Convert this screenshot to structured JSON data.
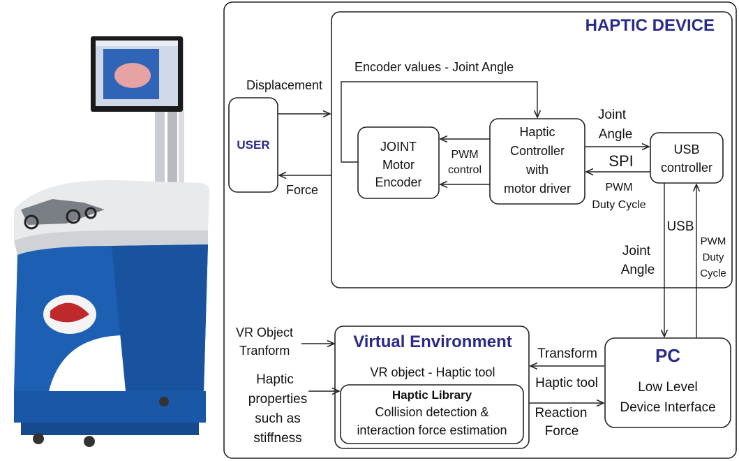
{
  "photo": {
    "icon": "haptic-simulator-cart-photo"
  },
  "diagram": {
    "haptic_device_title": "HAPTIC DEVICE",
    "user": "USER",
    "joint_motor_encoder": [
      "JOINT",
      "Motor",
      "Encoder"
    ],
    "haptic_controller": [
      "Haptic",
      "Controller",
      "with",
      "motor driver"
    ],
    "usb_controller": [
      "USB",
      "controller"
    ],
    "pc_title": "PC",
    "pc_subtitle": [
      "Low Level",
      "Device Interface"
    ],
    "virtual_environment_title": "Virtual Environment",
    "vr_object_haptic_tool": "VR object - Haptic tool",
    "haptic_library_title": "Haptic Library",
    "haptic_library_desc": [
      "Collision detection &",
      "interaction force estimation"
    ],
    "labels": {
      "encoder_values": "Encoder values - Joint Angle",
      "displacement": "Displacement",
      "force": "Force",
      "pwm_control": [
        "PWM",
        "control"
      ],
      "joint_angle_top": [
        "Joint",
        "Angle"
      ],
      "spi": "SPI",
      "pwm_duty_cycle_right": [
        "PWM",
        "Duty Cycle"
      ],
      "usb": "USB",
      "joint_angle_mid": [
        "Joint",
        "Angle"
      ],
      "pwm_duty_cycle_vertical": [
        "PWM",
        "Duty",
        "Cycle"
      ],
      "vr_object_transform": [
        "VR Object",
        "Tranform"
      ],
      "haptic_properties": [
        "Haptic",
        "properties",
        "such as",
        "stiffness"
      ],
      "transform": "Transform",
      "haptic_tool": "Haptic tool",
      "reaction_force": [
        "Reaction",
        "Force"
      ]
    },
    "colors": {
      "title_blue": "#2a2a8a",
      "cart_blue": "#1c5fb3"
    }
  }
}
